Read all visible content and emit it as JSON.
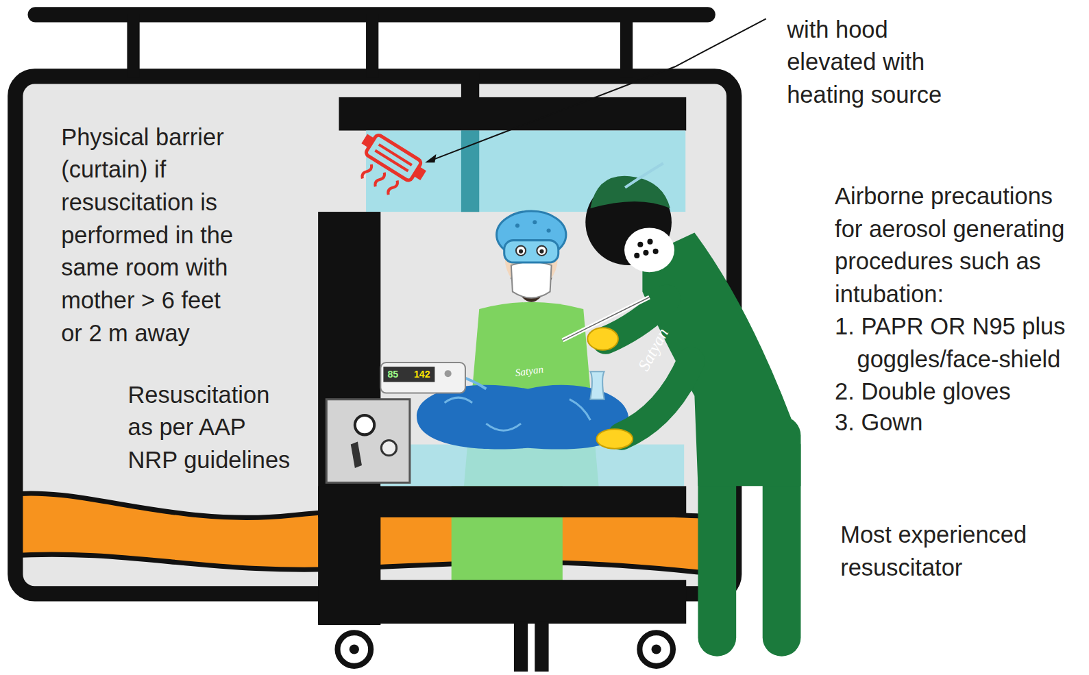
{
  "diagram": {
    "labels": [
      "with hood elevated with heating source",
      "Physical barrier (curtain) if resuscitation is performed in the same room with mother > 6 feet or 2 m away",
      "Resuscitation as per AAP NRP guidelines",
      "Airborne precautions for aerosol generating procedures such as intubation:",
      "1. PAPR OR N95 plus goggles/face-shield",
      "2. Double gloves",
      "3. Gown",
      "Most experienced resuscitator",
      "85",
      "142",
      "Satyan",
      "Satyan"
    ]
  }
}
